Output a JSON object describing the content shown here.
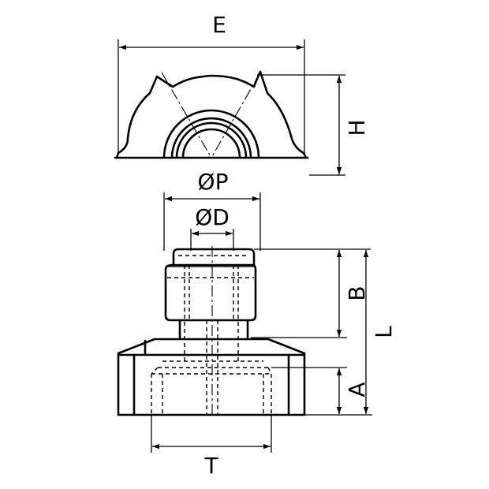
{
  "dimensions": {
    "E": "E",
    "H": "H",
    "P": "ØP",
    "D": "ØD",
    "B": "B",
    "L": "L",
    "A": "A",
    "T": "T"
  }
}
